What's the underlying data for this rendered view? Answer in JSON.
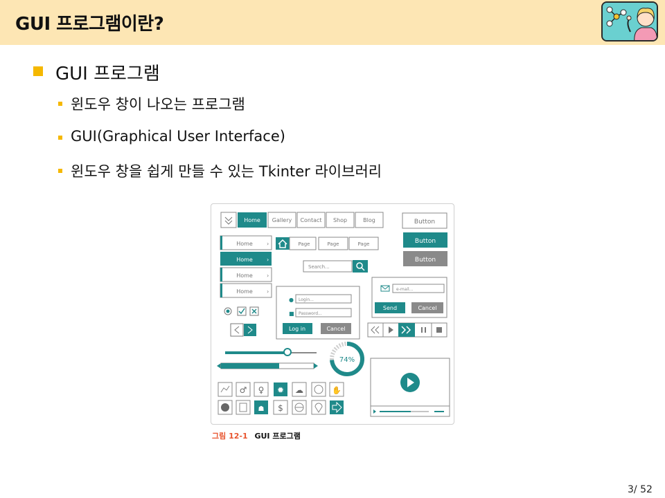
{
  "header": {
    "title": "GUI 프로그램이란?"
  },
  "content": {
    "level1": "GUI 프로그램",
    "level2": [
      "윈도우 창이 나오는 프로그램",
      "GUI(Graphical User Interface)",
      "윈도우 창을 쉽게 만들 수 있는 Tkinter 라이브러리"
    ]
  },
  "figure": {
    "tabs": [
      "Home",
      "Gallery",
      "Contact",
      "Shop",
      "Blog"
    ],
    "side_menu": [
      "Home",
      "Home",
      "Home",
      "Home"
    ],
    "pages": [
      "Page",
      "Page",
      "Page"
    ],
    "search_placeholder": "Search...",
    "login_placeholder": "Login...",
    "password_placeholder": "Password...",
    "login_button": "Log in",
    "cancel_button": "Cancel",
    "email_placeholder": "e-mail...",
    "send_button": "Send",
    "buttons": [
      "Button",
      "Button",
      "Button"
    ],
    "progress": "74%",
    "progress_value": 0.74,
    "accent_color": "#1f8a8a",
    "icons_row1": [
      "chart-icon",
      "man-icon",
      "woman-icon",
      "bulb-icon",
      "cloud-icon",
      "compass-icon",
      "thumb-icon"
    ],
    "icons_row2": [
      "head-icon",
      "document-icon",
      "people-icon",
      "dollar-icon",
      "globe-icon",
      "pin-icon",
      "arrow-icon"
    ]
  },
  "caption": {
    "number": "그림 12-1",
    "label": "GUI 프로그램"
  },
  "page_number": "3/ 52"
}
